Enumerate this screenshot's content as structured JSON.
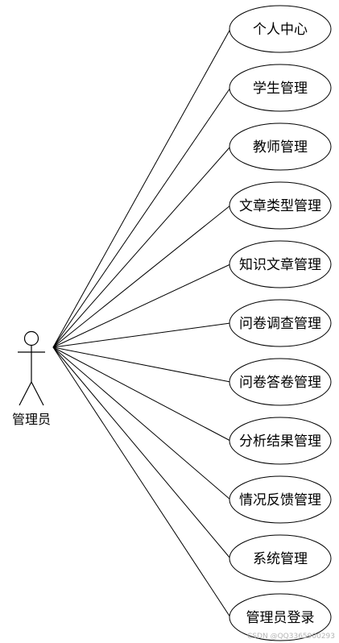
{
  "actor": {
    "label": "管理员"
  },
  "use_cases": [
    "个人中心",
    "学生管理",
    "教师管理",
    "文章类型管理",
    "知识文章管理",
    "问卷调查管理",
    "问卷答卷管理",
    "分析结果管理",
    "情况反馈管理",
    "系统管理",
    "管理员登录"
  ],
  "watermark": "CSDN @QQ3365900293"
}
